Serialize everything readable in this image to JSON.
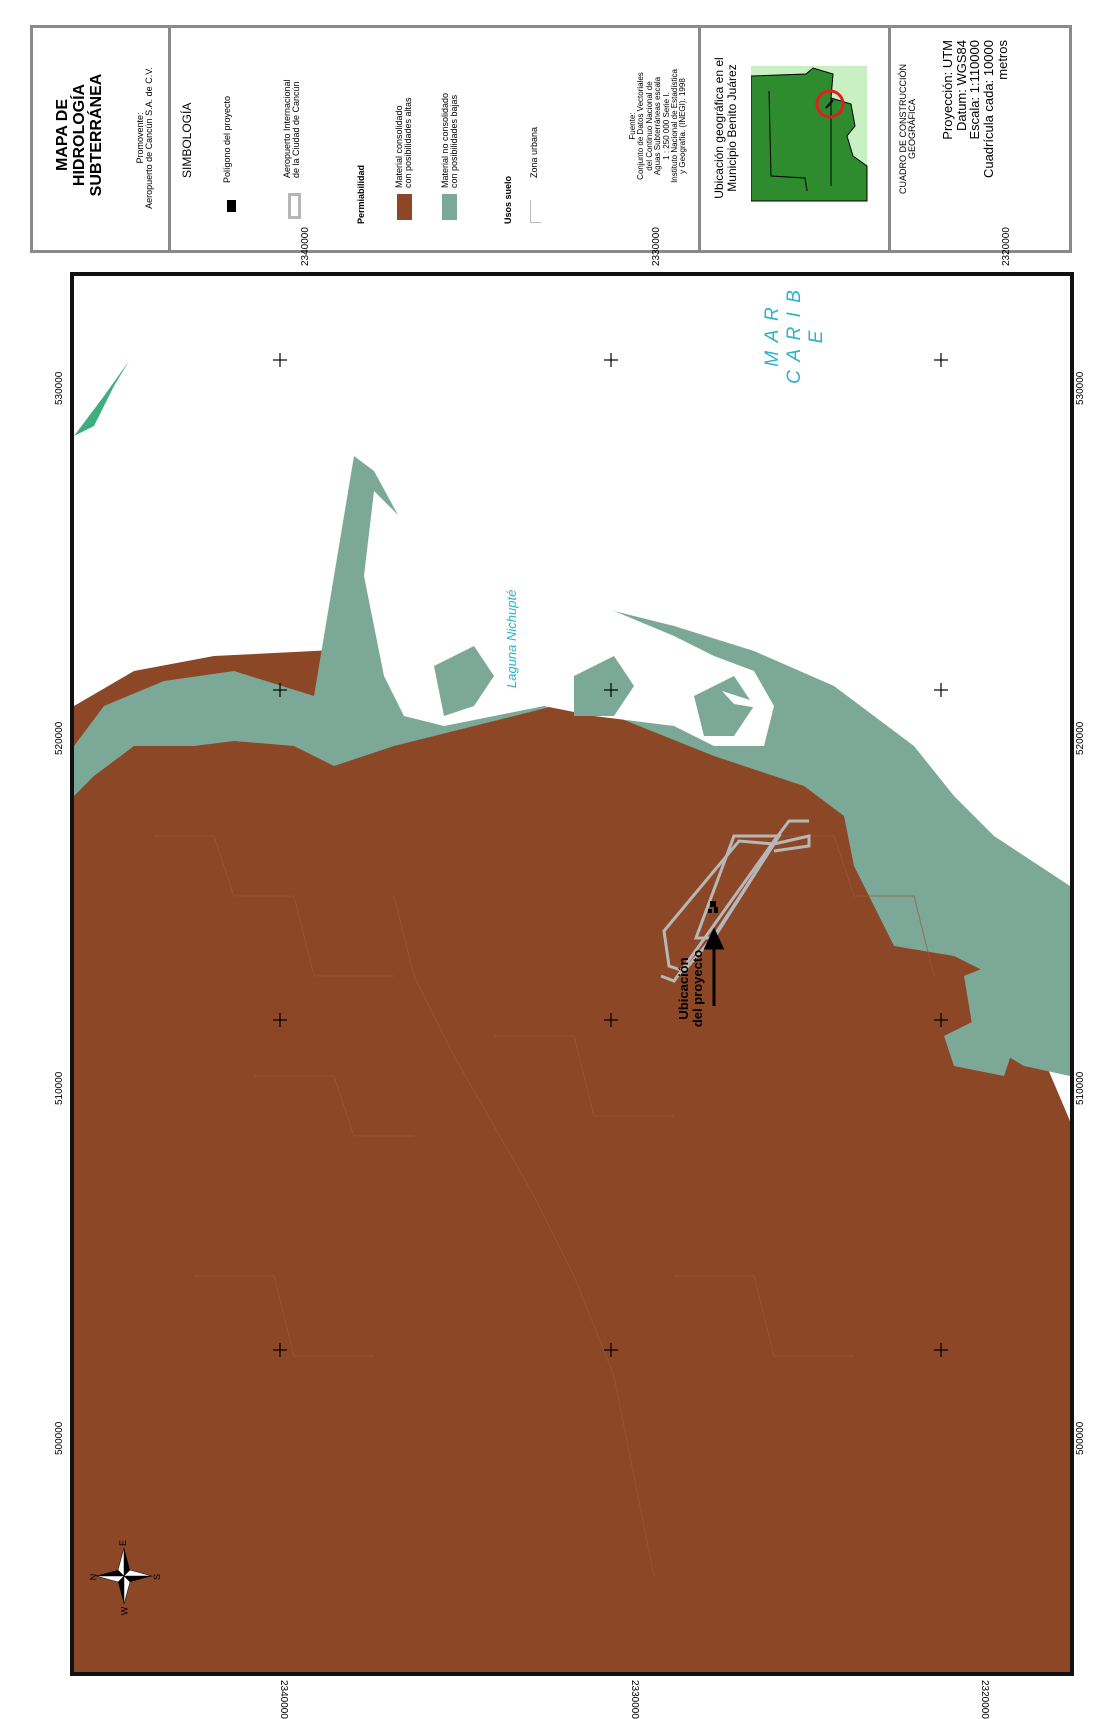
{
  "title": {
    "heading": "MAPA DE\nHIDROLOGÍA\nSUBTERRÁNEA",
    "promoter": "Promovente:\nAeropuerto de Cancún S.A. de C.V."
  },
  "legend": {
    "heading": "SIMBOLOGÍA",
    "polygon": "Polígono del proyecto",
    "airport": "Aeropuerto Internacional\nde la Ciudad de Cancún",
    "permeability_heading": "Permiabilidad",
    "consolidated": "Material consolidado\ncon posibilidades altas",
    "unconsolidated": "Material no consolidado\ncon posibilidades bajas",
    "land_use_heading": "Usos suelo",
    "urban": "Zona urbana"
  },
  "source": "Fuente:\nConjunto de Datos Vectoriales\ndel Continuo Nacional de\nAguas Subterráneas escala\n1 : 250 000 Serie I.\nInstituto Nacional de Estadística\ny Geografía. (INEGI). 1998",
  "locator": {
    "caption": "Ubicación geográfica en el\nMunicipio Benito Juárez"
  },
  "projection_box": {
    "heading": "CUADRO DE CONSTRUCCIÓN\nGEOGRÁFICA",
    "details": "Proyección: UTM\nDatum: WGS84\nEscala: 1:110000\nCuadrícula cada: 10000 metros"
  },
  "map_labels": {
    "sea": "M A R\nC A R I B E",
    "lagoon": "Laguna Nichupté",
    "project_location": "Ubicación\ndel proyecto"
  },
  "grid": {
    "northings_top": [
      "2340000",
      "2330000",
      "2320000"
    ],
    "northings_bottom": [
      "2340000",
      "2330000",
      "2320000"
    ],
    "eastings_left": [
      "530000",
      "520000",
      "510000",
      "500000"
    ],
    "eastings_right": [
      "530000",
      "520000",
      "510000",
      "500000"
    ]
  },
  "north_arrow": {
    "n": "N",
    "s": "S",
    "e": "E",
    "w": "W"
  },
  "colors": {
    "consolidated": "#8b4726",
    "unconsolidated": "#7ca898",
    "sea_green": "#3daf7e",
    "water": "#ffffff",
    "sea_label": "#2bb3c8",
    "airport_outline": "#b7b7b7",
    "locator_green": "#2e8b2e",
    "locator_light": "#c9f0c2",
    "locator_circle": "#e02020"
  }
}
